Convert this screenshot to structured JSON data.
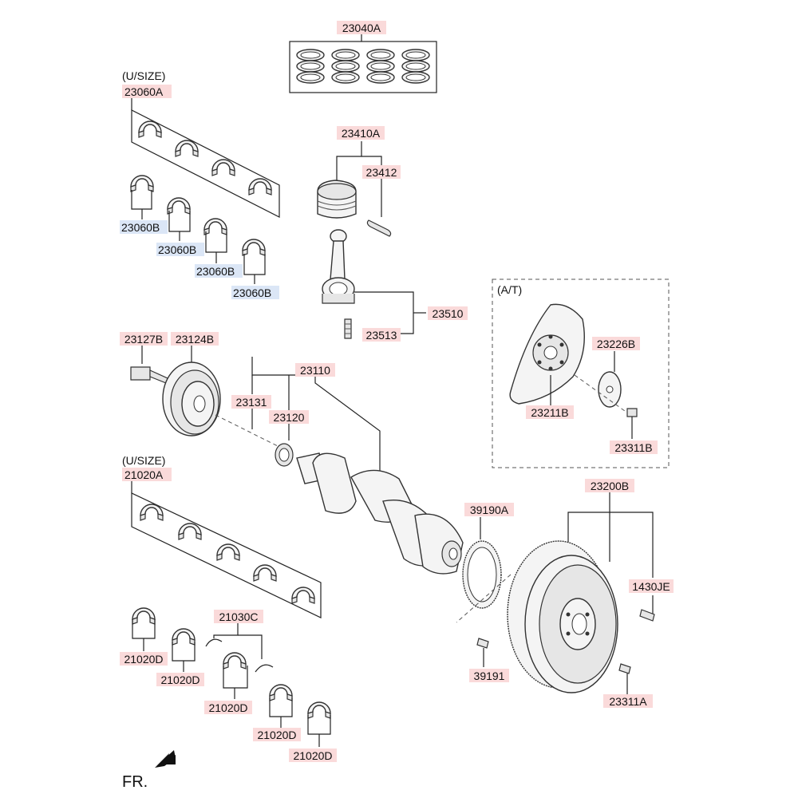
{
  "colors": {
    "label_bg": "#fadada",
    "label_bg_alt": "#dbe6f6",
    "label_text": "#111111",
    "line": "#222222"
  },
  "labels": {
    "p23040A": "23040A",
    "usize_top": "(U/SIZE)",
    "p23060A": "23060A",
    "p23060B_1": "23060B",
    "p23060B_2": "23060B",
    "p23060B_3": "23060B",
    "p23060B_4": "23060B",
    "p23410A": "23410A",
    "p23412": "23412",
    "p23510": "23510",
    "p23513": "23513",
    "at": "(A/T)",
    "p23226B": "23226B",
    "p23211B": "23211B",
    "p23311B": "23311B",
    "p23127B": "23127B",
    "p23124B": "23124B",
    "p23110": "23110",
    "p23131": "23131",
    "p23120": "23120",
    "usize_bottom": "(U/SIZE)",
    "p21020A": "21020A",
    "p23200B": "23200B",
    "p39190A": "39190A",
    "p1430JE": "1430JE",
    "p39191": "39191",
    "p23311A": "23311A",
    "p21030C": "21030C",
    "p21020D_1": "21020D",
    "p21020D_2": "21020D",
    "p21020D_3": "21020D",
    "p21020D_4": "21020D",
    "p21020D_5": "21020D",
    "fr": "FR."
  }
}
